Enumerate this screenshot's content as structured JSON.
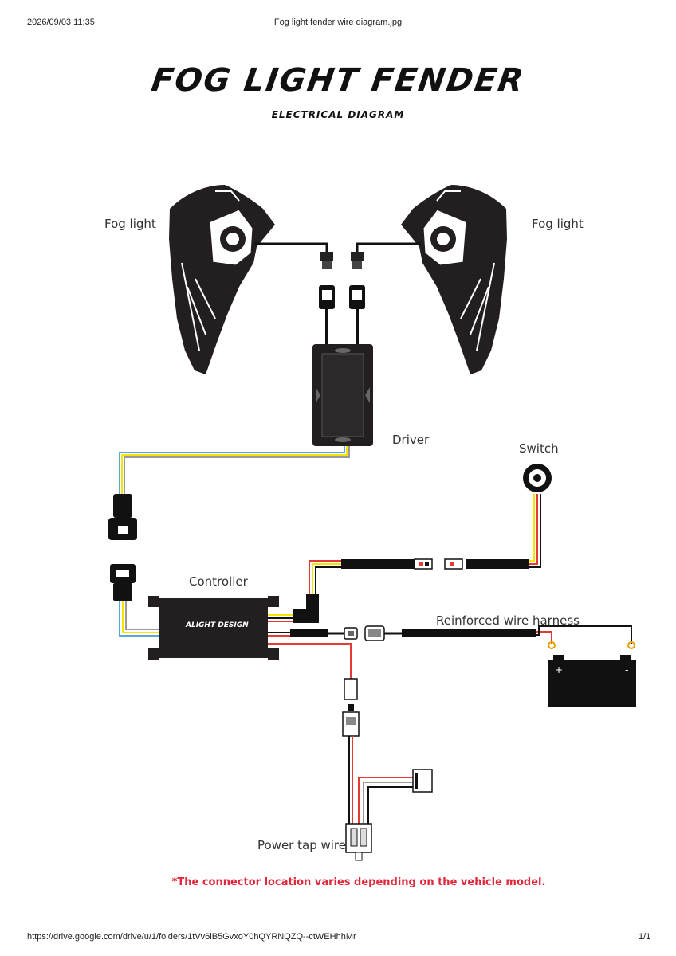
{
  "header": {
    "datetime": "2026/09/03 11:35",
    "filename": "Fog light fender wire diagram.jpg"
  },
  "title": "FOG LIGHT FENDER",
  "subtitle": "ELECTRICAL DIAGRAM",
  "labels": {
    "fog_light_left": "Fog light",
    "fog_light_right": "Fog light",
    "driver": "Driver",
    "switch": "Switch",
    "controller": "Controller",
    "controller_brand": "ALIGHT DESIGN",
    "reinforced": "Reinforced wire harness",
    "power_tap": "Power tap wire",
    "battery_plus": "+",
    "battery_minus": "-"
  },
  "note": "*The connector location varies depending on the vehicle model.",
  "footer": {
    "url": "https://drive.google.com/drive/u/1/folders/1tVv6lB5GvxoY0hQYRNQZQ--ctWEHhhMr",
    "page": "1/1"
  },
  "colors": {
    "wire_red": "#e53935",
    "wire_yellow": "#f5e400",
    "wire_blue": "#5aa7e0",
    "wire_black": "#111111",
    "wire_gray": "#9a9a9a",
    "note_red": "#e0283c"
  }
}
